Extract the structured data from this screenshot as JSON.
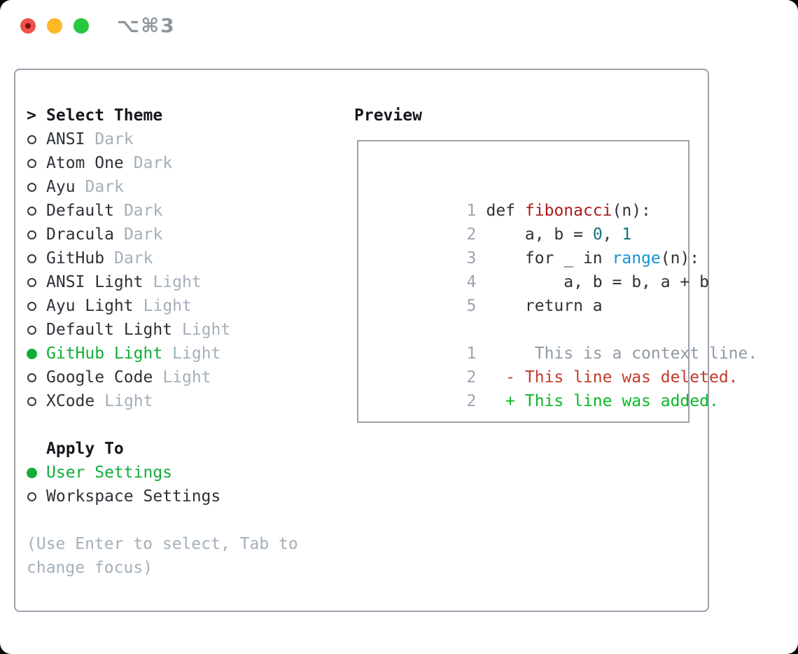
{
  "window": {
    "shortcut": "⌥⌘3"
  },
  "colors": {
    "fg": "#2d3237",
    "func": "#ab1b1c",
    "lit": "#0e737c",
    "call": "#1295cf",
    "ctx": "#8f99a3",
    "del": "#c43a29",
    "add": "#09b826",
    "sel": "#12ad38",
    "tag": "#a4afba",
    "lnum": "#9aa5b1",
    "hint": "#a4afba",
    "headerFg": "#15181c",
    "border": "#99a2ac",
    "boxBorder": "#9aa3ad",
    "titlebarFg": "#8d959d",
    "trafficRed": "#f0524b",
    "trafficRedDot": "#7d1007",
    "trafficYellow": "#fcb827",
    "trafficGreen": "#27c73e"
  },
  "theme_panel": {
    "header_prefix": ">",
    "header_label": "Select Theme",
    "themes": [
      {
        "name": "ANSI",
        "tag": "Dark",
        "selected": false
      },
      {
        "name": "Atom One",
        "tag": "Dark",
        "selected": false
      },
      {
        "name": "Ayu",
        "tag": "Dark",
        "selected": false
      },
      {
        "name": "Default",
        "tag": "Dark",
        "selected": false
      },
      {
        "name": "Dracula",
        "tag": "Dark",
        "selected": false
      },
      {
        "name": "GitHub",
        "tag": "Dark",
        "selected": false
      },
      {
        "name": "ANSI Light",
        "tag": "Light",
        "selected": false
      },
      {
        "name": "Ayu Light",
        "tag": "Light",
        "selected": false
      },
      {
        "name": "Default Light",
        "tag": "Light",
        "selected": false
      },
      {
        "name": "GitHub Light",
        "tag": "Light",
        "selected": true
      },
      {
        "name": "Google Code",
        "tag": "Light",
        "selected": false
      },
      {
        "name": "XCode",
        "tag": "Light",
        "selected": false
      }
    ],
    "apply_to": {
      "label": "Apply To",
      "options": [
        {
          "name": "User Settings",
          "selected": true
        },
        {
          "name": "Workspace Settings",
          "selected": false
        }
      ]
    },
    "hint_lines": [
      "(Use Enter to select, Tab to",
      "change focus)"
    ]
  },
  "preview": {
    "label": "Preview",
    "lines": [
      {
        "num": "1",
        "tokens": [
          {
            "t": "def ",
            "c": "fg"
          },
          {
            "t": "fibonacci",
            "c": "func"
          },
          {
            "t": "(n):",
            "c": "fg"
          }
        ]
      },
      {
        "num": "2",
        "tokens": [
          {
            "t": "    a, b = ",
            "c": "fg"
          },
          {
            "t": "0",
            "c": "lit"
          },
          {
            "t": ", ",
            "c": "fg"
          },
          {
            "t": "1",
            "c": "lit"
          }
        ]
      },
      {
        "num": "3",
        "tokens": [
          {
            "t": "    for _ in ",
            "c": "fg"
          },
          {
            "t": "range",
            "c": "call"
          },
          {
            "t": "(n):",
            "c": "fg"
          }
        ]
      },
      {
        "num": "4",
        "tokens": [
          {
            "t": "        a, b = b, a + b",
            "c": "fg"
          }
        ]
      },
      {
        "num": "5",
        "tokens": [
          {
            "t": "    return a",
            "c": "fg"
          }
        ]
      },
      {
        "num": "",
        "tokens": []
      },
      {
        "num": "1",
        "tokens": [
          {
            "t": "     This is a context line.",
            "c": "ctx"
          }
        ]
      },
      {
        "num": "2",
        "tokens": [
          {
            "t": "  - This line was deleted.",
            "c": "del"
          }
        ]
      },
      {
        "num": "2",
        "tokens": [
          {
            "t": "  + This line was added.",
            "c": "add"
          }
        ]
      }
    ]
  }
}
